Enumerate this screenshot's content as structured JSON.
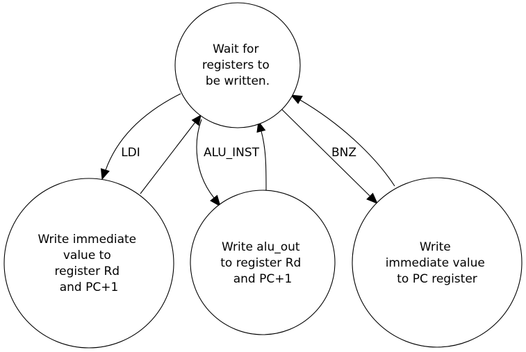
{
  "nodes": {
    "wait": {
      "lines": [
        "Wait for",
        "registers to",
        "be written."
      ]
    },
    "ldi": {
      "lines": [
        "Write immediate",
        "value to",
        "register Rd",
        "and PC+1"
      ]
    },
    "alu": {
      "lines": [
        "Write alu_out",
        "to register Rd",
        "and PC+1"
      ]
    },
    "bnz": {
      "lines": [
        "Write",
        "immediate value",
        "to PC register"
      ]
    }
  },
  "edges": {
    "ldi_label": "LDI",
    "alu_label": "ALU_INST",
    "bnz_label": "BNZ"
  },
  "colors": {
    "stroke": "#000000",
    "fill": "#ffffff",
    "text": "#000000"
  }
}
